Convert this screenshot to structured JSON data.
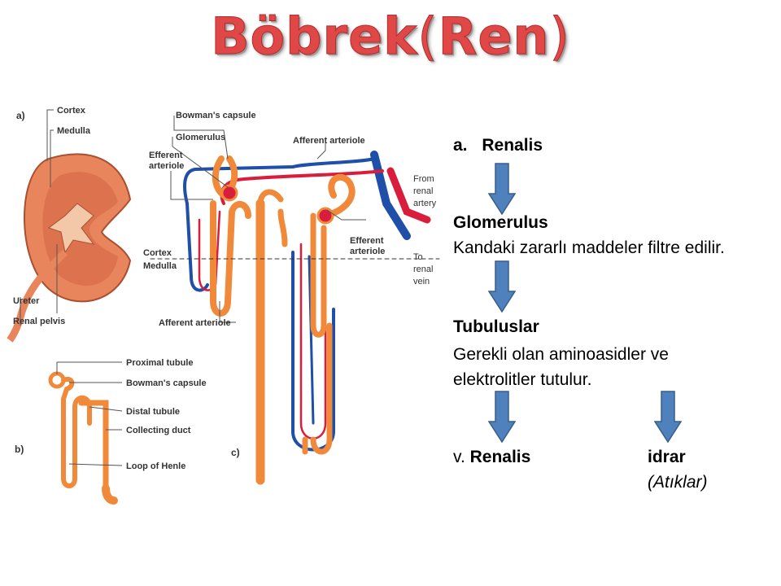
{
  "title": {
    "main": "Böbrek",
    "paren_open": "(",
    "paren_word": "Ren",
    "paren_close": ")"
  },
  "colors": {
    "title": "#e04848",
    "arrow_fill": "#4f81bd",
    "arrow_stroke": "#385d8a",
    "kidney": "#e8855c",
    "artery": "#d81e3c",
    "vein": "#1f4fa8",
    "tubule": "#f08a3a"
  },
  "diagram": {
    "panel_a": "a)",
    "panel_b": "b)",
    "panel_c": "c)",
    "labels_a": [
      "Cortex",
      "Medulla",
      "Ureter",
      "Renal pelvis"
    ],
    "labels_b": [
      "Proximal tubule",
      "Bowman's capsule",
      "Distal tubule",
      "Collecting duct",
      "Loop of Henle"
    ],
    "labels_c": [
      "Bowman's capsule",
      "Glomerulus",
      "Efferent",
      "arteriole",
      "Afferent arteriole",
      "Cortex",
      "Medulla",
      "Afferent arteriole",
      "Efferent",
      "arteriole",
      "From",
      "renal",
      "artery",
      "To",
      "renal",
      "vein"
    ]
  },
  "steps": {
    "s1_marker": "a.",
    "s1_label": "Renalis",
    "s2_title": "Glomerulus",
    "s2_desc": "Kandaki zararlı maddeler filtre edilir.",
    "s3_title": "Tubuluslar",
    "s3_desc_1": "Gerekli olan aminoasidler ve",
    "s3_desc_2": "elektrolitler tutulur.",
    "s4_marker": "v.",
    "s4_label": "Renalis",
    "s5_title": "idrar",
    "s5_sub": "(Atıklar)"
  }
}
